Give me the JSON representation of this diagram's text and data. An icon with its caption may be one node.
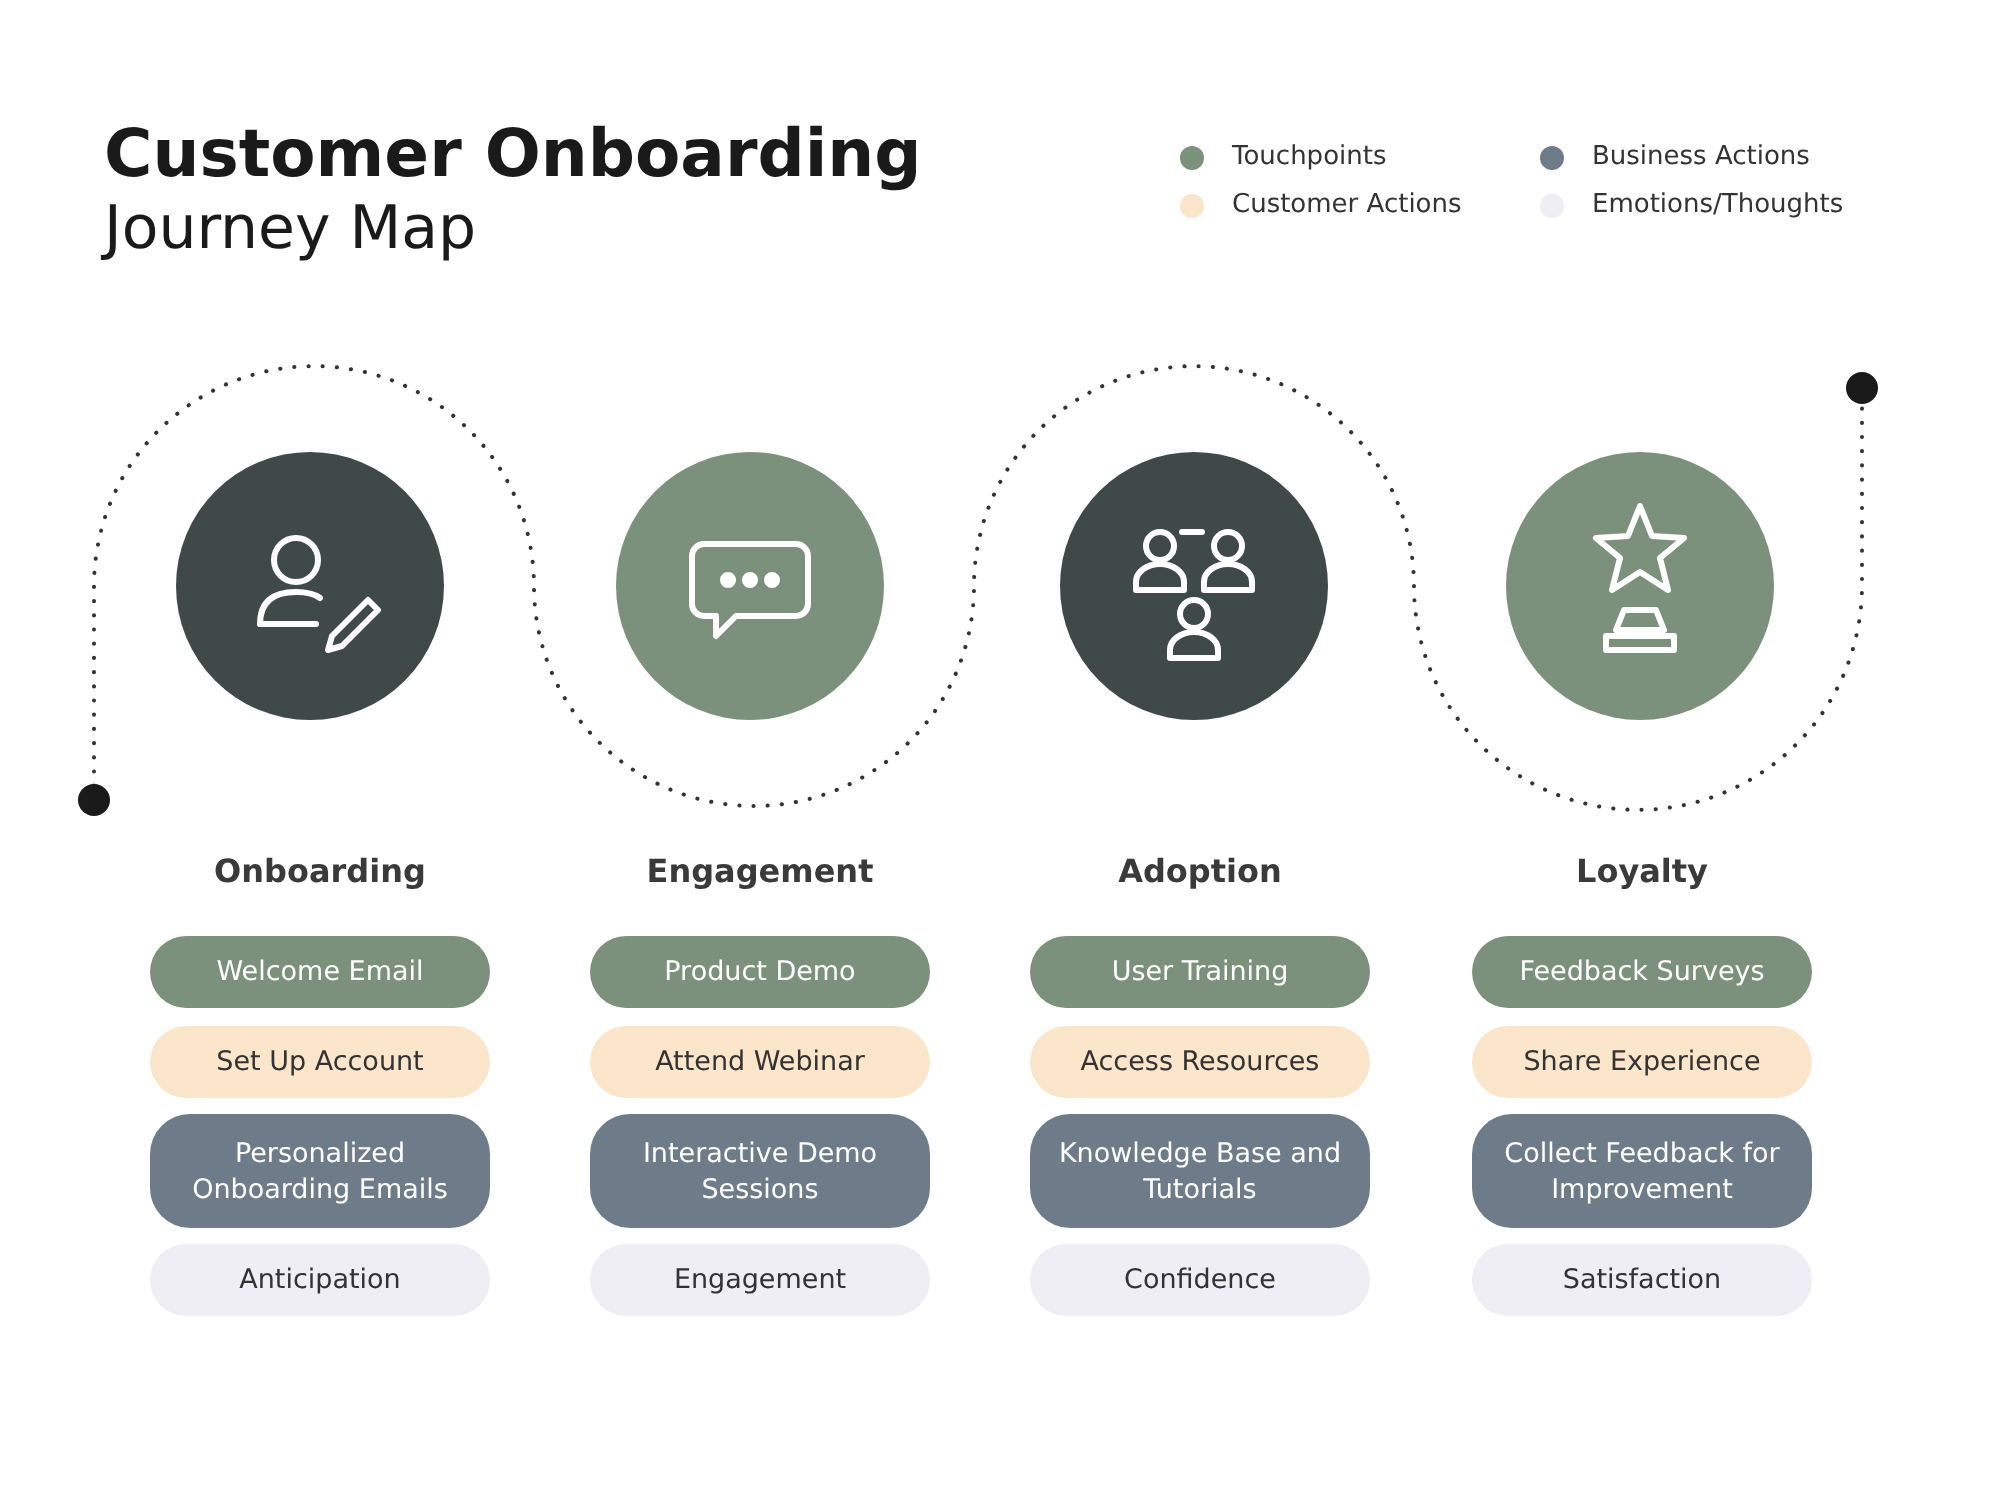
{
  "diagram": {
    "title": "**Customer Onboarding** Journey Map",
    "nodes": [
      {
        "text": [
          "Welcome Email"
        ]
      },
      {
        "text": [
          "Set Up Account"
        ]
      },
      {
        "text": [
          "Personalized Onboarding Emails"
        ]
      },
      {
        "text": [
          "Anticipation"
        ]
      },
      {
        "text": [
          "Product Demo"
        ]
      },
      {
        "text": [
          "Attend Webinar"
        ]
      },
      {
        "text": [
          "Interactive Demo Sessions"
        ]
      },
      {
        "text": [
          "Engagement"
        ]
      },
      {
        "text": [
          "User Training"
        ]
      },
      {
        "text": [
          "Access Resources"
        ]
      },
      {
        "text": [
          "Knowledge Base and Tutorials"
        ]
      },
      {
        "text": [
          "Confidence"
        ]
      },
      {
        "text": [
          "Feedback Surveys"
        ]
      },
      {
        "text": [
          "Share Experience"
        ]
      },
      {
        "text": [
          "Collect Feedback for Improvement"
        ]
      },
      {
        "text": [
          "Satisfaction"
        ]
      }
    ],
    "edges": [],
    "labels": [
      "Onboarding",
      "Engagement",
      "Adoption",
      "Loyalty"
    ],
    "legend": [
      {
        "text": "Touchpoints",
        "color": "#7c917b"
      },
      {
        "text": "Business Actions",
        "color": "#6e7c89"
      },
      {
        "text": "Customer Actions",
        "color": "#fbe5cb"
      },
      {
        "text": "Emotions/Thoughts",
        "color": "#eeeef4"
      }
    ]
  }
}
